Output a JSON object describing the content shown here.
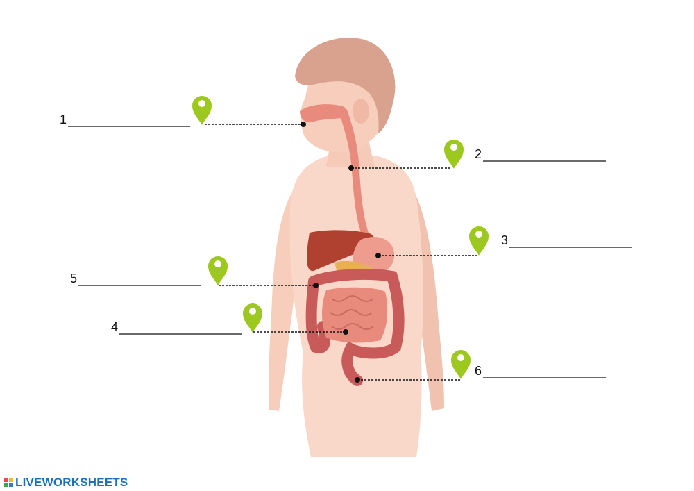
{
  "labels": [
    {
      "number": "1"
    },
    {
      "number": "2"
    },
    {
      "number": "3"
    },
    {
      "number": "4"
    },
    {
      "number": "5"
    },
    {
      "number": "6"
    }
  ],
  "footer": {
    "brand": "LIVEWORKSHEETS",
    "brand_color": "#1d6fb8"
  },
  "colors": {
    "pin": "#9cc81f",
    "skin": "#f7d2c2",
    "hair": "#d9a28e",
    "organ": "#e47f70",
    "liver": "#b04030"
  },
  "icons": [
    "map-pin-icon",
    "liveworksheets-logo-icon"
  ]
}
